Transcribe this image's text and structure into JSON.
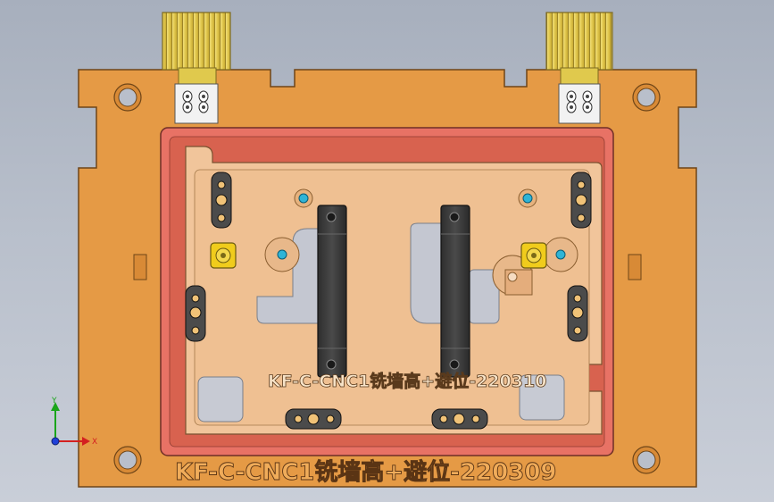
{
  "engravings": {
    "inner": "KF-C-CNC1铣墙高+避位-220310",
    "outer": "KF-C-CNC1铣墙高+避位-220309"
  },
  "triad": {
    "y_label": "Y",
    "x_label": "X"
  },
  "colors": {
    "background_top": "#a7afbd",
    "fixture_orange": "#e59a45",
    "red_wall": "#e87265",
    "pocket_floor": "#f1c59b",
    "clamp_dark": "#3f3f3f",
    "gear_yellow": "#ecd66b",
    "pin_blue": "#2fb4d6",
    "cutout_gray": "#c4c7d1"
  }
}
